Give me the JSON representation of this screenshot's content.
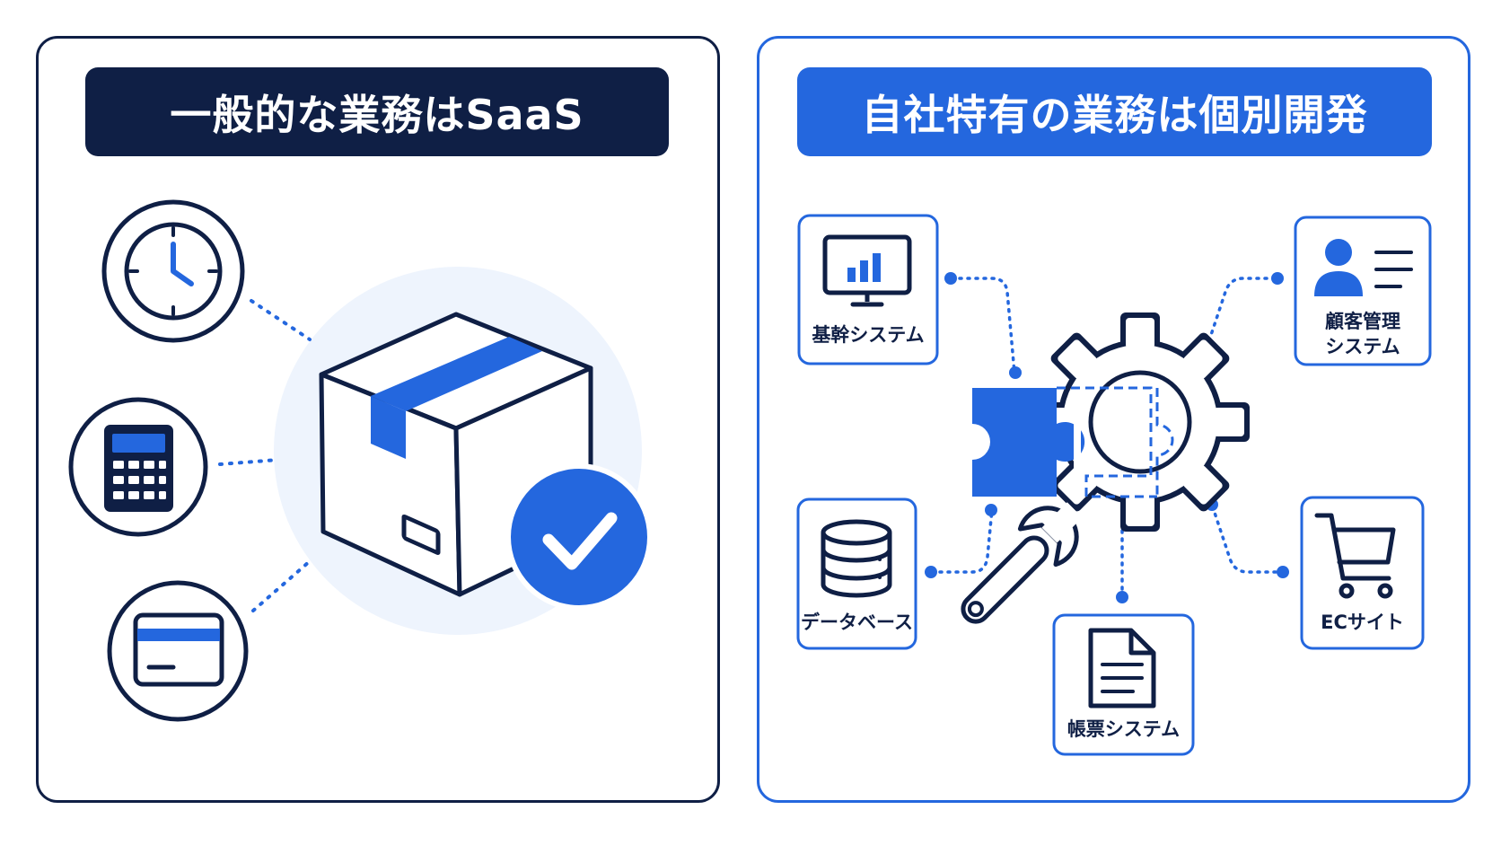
{
  "left_panel": {
    "title": "一般的な業務はSaaS",
    "icons": [
      "clock-icon",
      "calculator-icon",
      "credit-card-icon",
      "package-box-icon",
      "check-badge-icon"
    ]
  },
  "right_panel": {
    "title": "自社特有の業務は個別開発",
    "center_icons": [
      "gear-icon",
      "puzzle-piece-icon",
      "wrench-icon"
    ],
    "systems": [
      {
        "label": "基幹システム",
        "icon": "monitor-chart-icon"
      },
      {
        "label": "顧客管理\nシステム",
        "icon": "customer-card-icon"
      },
      {
        "label": "データベース",
        "icon": "database-icon"
      },
      {
        "label": "帳票システム",
        "icon": "document-icon"
      },
      {
        "label": "ECサイト",
        "icon": "cart-icon"
      }
    ]
  },
  "colors": {
    "navy": "#0f1f45",
    "blue": "#2467de",
    "light": "#eef4fd"
  }
}
